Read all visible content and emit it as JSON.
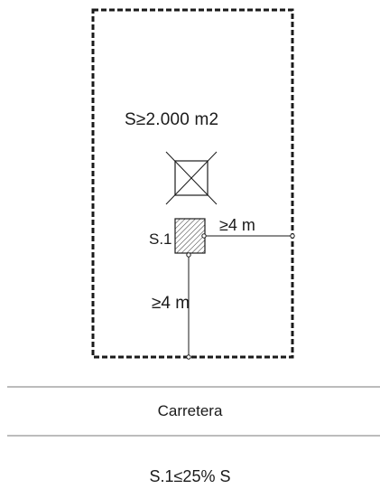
{
  "labels": {
    "plot_area": "S≥2.000 m2",
    "building": "S.1",
    "side_setback": "≥4 m",
    "front_setback": "≥4 m",
    "road": "Carretera",
    "occupancy_rule": "S.1≤25% S"
  },
  "colors": {
    "ink": "#1a1a1a",
    "road_line": "#7a7a7a",
    "background": "#ffffff"
  },
  "icons": {
    "center_mark": "crossed-square-icon",
    "building_fill": "hatched-square-icon"
  }
}
